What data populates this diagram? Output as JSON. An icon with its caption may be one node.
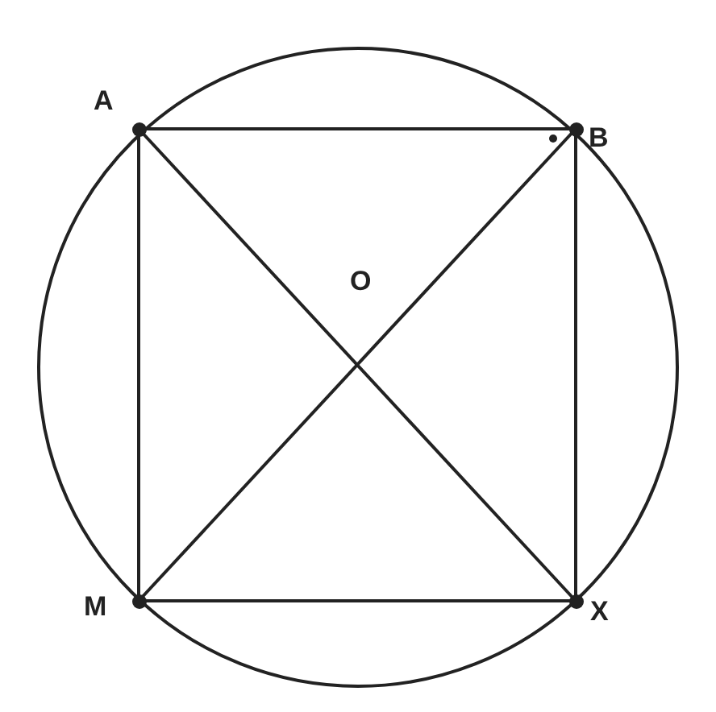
{
  "diagram": {
    "nodes": [
      {
        "text": [
          "A"
        ]
      },
      {
        "text": [
          "B"
        ]
      },
      {
        "text": [
          "M"
        ]
      },
      {
        "text": [
          "X"
        ]
      }
    ],
    "edges": [
      {
        "from": 0,
        "to": 1,
        "arrow": "none"
      },
      {
        "from": 1,
        "to": 3,
        "arrow": "none"
      },
      {
        "from": 3,
        "to": 2,
        "arrow": "none"
      },
      {
        "from": 2,
        "to": 0,
        "arrow": "none"
      },
      {
        "from": 0,
        "to": 3,
        "arrow": "none"
      },
      {
        "from": 1,
        "to": 2,
        "arrow": "none"
      }
    ],
    "labels": [
      "O"
    ]
  }
}
